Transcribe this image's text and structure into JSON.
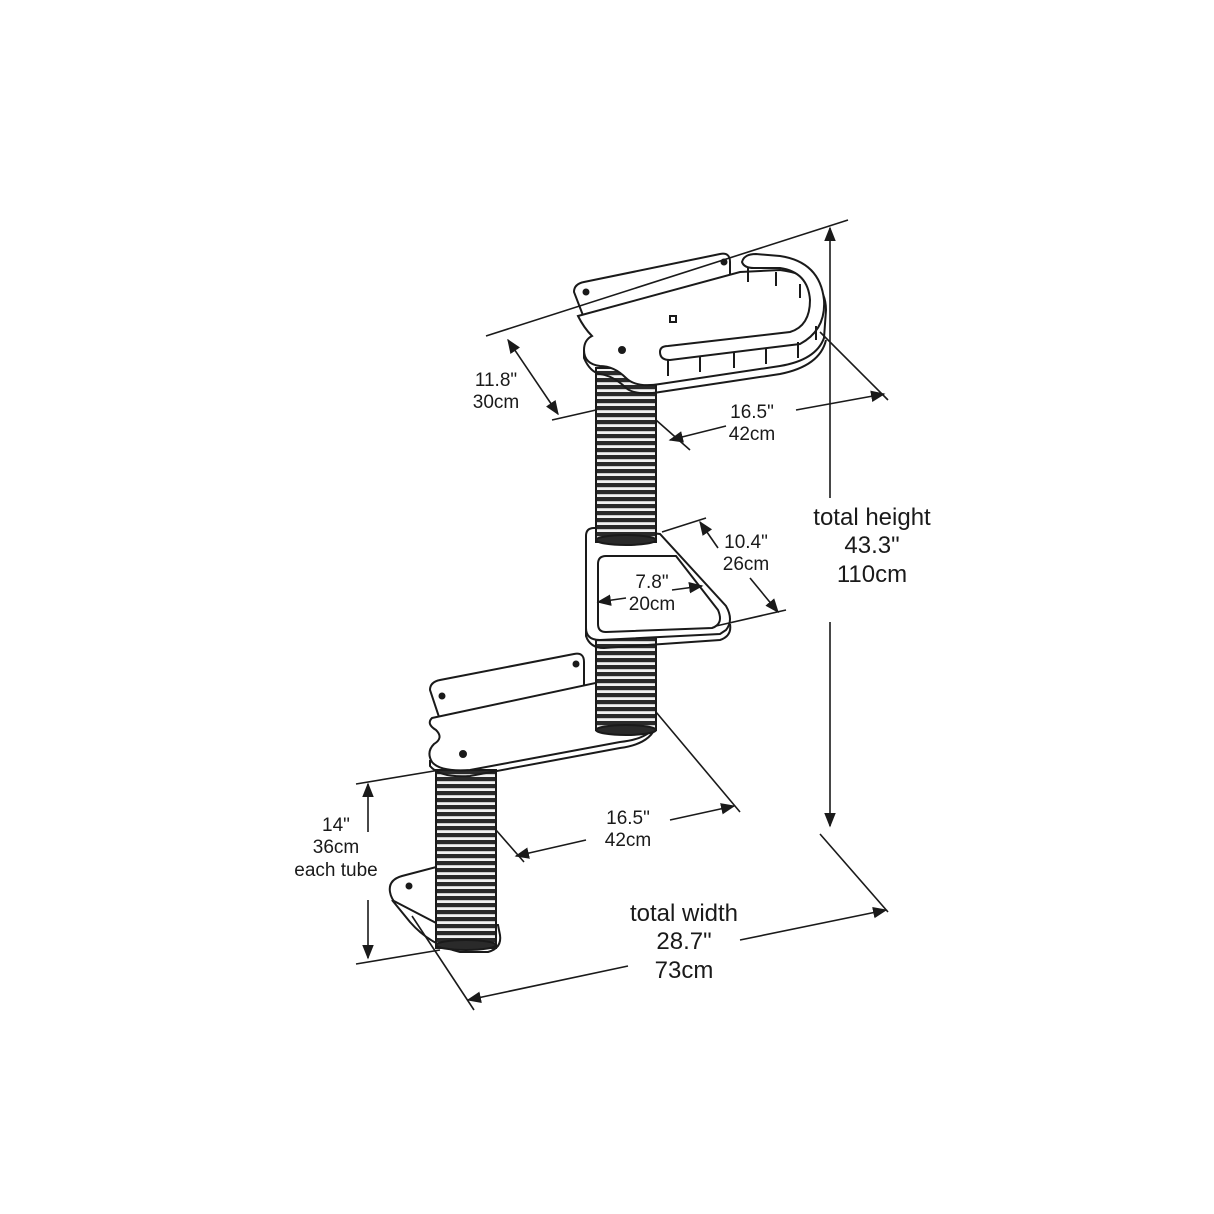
{
  "diagram": {
    "subject": "wall-mounted cat tree",
    "line_color": "#1a1a1a",
    "background": "#ffffff"
  },
  "dimensions": {
    "top_depth": {
      "inch": "11.8\"",
      "cm": "30cm"
    },
    "top_width": {
      "inch": "16.5\"",
      "cm": "42cm"
    },
    "step_depth": {
      "inch": "10.4\"",
      "cm": "26cm"
    },
    "step_width": {
      "inch": "7.8\"",
      "cm": "20cm"
    },
    "mid_width": {
      "inch": "16.5\"",
      "cm": "42cm"
    },
    "tube_height": {
      "inch": "14\"",
      "cm": "36cm",
      "note": "each tube"
    },
    "total_height": {
      "label": "total height",
      "inch": "43.3\"",
      "cm": "110cm"
    },
    "total_width": {
      "label": "total width",
      "inch": "28.7\"",
      "cm": "73cm"
    }
  }
}
